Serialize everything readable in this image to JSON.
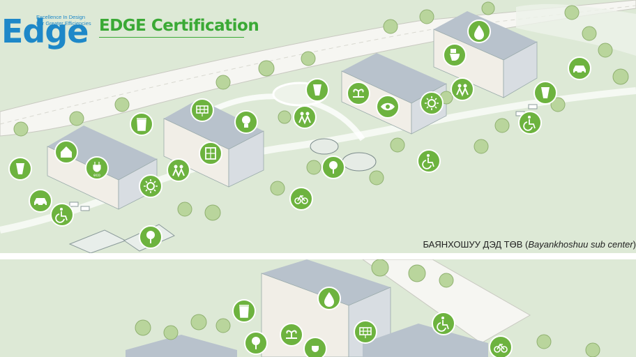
{
  "logo": {
    "word": "Edge",
    "tagline_1": "Excellence In Design",
    "tagline_2": "For Greater Efficiencies"
  },
  "header": {
    "title": "EDGE Certification"
  },
  "caption": {
    "prefix": "БАЯНХОШУУ ДЭД ТӨВ (",
    "italic": "Bayankhoshuu sub center",
    "suffix": ")"
  },
  "icons": {
    "eco_label": "eco"
  },
  "colors": {
    "badge_green": "#6db33f",
    "brand_blue": "#1e88c8",
    "cert_green": "#3aa935",
    "map_background": "#dde9d6"
  }
}
